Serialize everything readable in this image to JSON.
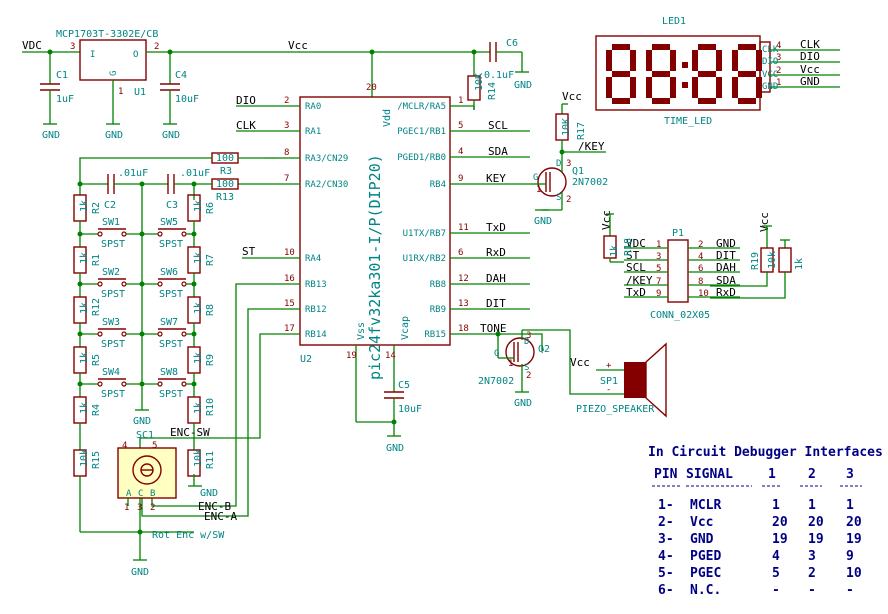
{
  "nets": {
    "vdc": "VDC",
    "vcc": "Vcc",
    "gnd": "GND",
    "dio": "DIO",
    "clk": "CLK",
    "scl": "SCL",
    "sda": "SDA",
    "key": "KEY",
    "nkey": "/KEY",
    "txd": "TxD",
    "rxd": "RxD",
    "dah": "DAH",
    "dit": "DIT",
    "tone": "TONE",
    "st": "ST",
    "enc_sw": "ENC-SW",
    "enc_b": "ENC-B",
    "enc_a": "ENC-A"
  },
  "regulator": {
    "ref": "U1",
    "value": "MCP1703T-3302E/CB",
    "pin_in": "I",
    "pin_g": "G",
    "pin_o": "O",
    "p3": "3",
    "p2": "2",
    "p1": "1"
  },
  "mcu": {
    "ref": "U2",
    "value": "pic24fv32ka301-I/P(DIP20)",
    "vdd": "Vdd",
    "vss": "Vss",
    "vcap": "Vcap",
    "p20": "20",
    "p19": "19",
    "p14": "14",
    "left_pins": [
      {
        "num": "2",
        "name": "RA0"
      },
      {
        "num": "3",
        "name": "RA1"
      },
      {
        "num": "8",
        "name": "RA3/CN29"
      },
      {
        "num": "7",
        "name": "RA2/CN30"
      },
      {
        "num": "10",
        "name": "RA4"
      },
      {
        "num": "16",
        "name": "RB13"
      },
      {
        "num": "15",
        "name": "RB12"
      },
      {
        "num": "17",
        "name": "RB14"
      }
    ],
    "right_pins": [
      {
        "num": "1",
        "name": "/MCLR/RA5"
      },
      {
        "num": "5",
        "name": "PGEC1/RB1"
      },
      {
        "num": "4",
        "name": "PGED1/RB0"
      },
      {
        "num": "9",
        "name": "RB4"
      },
      {
        "num": "11",
        "name": "U1TX/RB7"
      },
      {
        "num": "6",
        "name": "U1RX/RB2"
      },
      {
        "num": "12",
        "name": "RB8"
      },
      {
        "num": "13",
        "name": "RB9"
      },
      {
        "num": "18",
        "name": "RB15"
      }
    ]
  },
  "caps": {
    "c1": {
      "ref": "C1",
      "value": "1uF"
    },
    "c4": {
      "ref": "C4",
      "value": "10uF"
    },
    "c6": {
      "ref": "C6",
      "value": "0.1uF"
    },
    "c5": {
      "ref": "C5",
      "value": "10uF"
    },
    "c2": {
      "ref": "C2",
      "value": ".01uF"
    },
    "c3": {
      "ref": "C3",
      "value": ".01uF"
    }
  },
  "resistors": {
    "r14": {
      "ref": "R14",
      "value": "10K"
    },
    "r17": {
      "ref": "R17",
      "value": "10K"
    },
    "r3": {
      "ref": "R3",
      "value": "100"
    },
    "r13": {
      "ref": "R13",
      "value": "100"
    },
    "r2": {
      "ref": "R2",
      "value": "1k"
    },
    "r1": {
      "ref": "R1",
      "value": "1k"
    },
    "r12": {
      "ref": "R12",
      "value": "1k"
    },
    "r5": {
      "ref": "R5",
      "value": "1k"
    },
    "r4": {
      "ref": "R4",
      "value": "1k"
    },
    "r15": {
      "ref": "R15",
      "value": "10k"
    },
    "r6": {
      "ref": "R6",
      "value": "1k"
    },
    "r7": {
      "ref": "R7",
      "value": "1k"
    },
    "r8": {
      "ref": "R8",
      "value": "1k"
    },
    "r9": {
      "ref": "R9",
      "value": "1k"
    },
    "r10": {
      "ref": "R10",
      "value": "1k"
    },
    "r11": {
      "ref": "R11",
      "value": "10k"
    },
    "r18": {
      "ref": "R18",
      "value": "1k"
    },
    "r19": {
      "ref": "R19",
      "value": "10k"
    },
    "r16": {
      "ref": "R16",
      "value": "1k"
    }
  },
  "switches": {
    "sw1": {
      "ref": "SW1",
      "value": "SPST"
    },
    "sw2": {
      "ref": "SW2",
      "value": "SPST"
    },
    "sw3": {
      "ref": "SW3",
      "value": "SPST"
    },
    "sw4": {
      "ref": "SW4",
      "value": "SPST"
    },
    "sw5": {
      "ref": "SW5",
      "value": "SPST"
    },
    "sw6": {
      "ref": "SW6",
      "value": "SPST"
    },
    "sw7": {
      "ref": "SW7",
      "value": "SPST"
    },
    "sw8": {
      "ref": "SW8",
      "value": "SPST"
    }
  },
  "q1": {
    "ref": "Q1",
    "value": "2N7002",
    "g": "G",
    "d": "D",
    "s": "S",
    "p1": "1",
    "p2": "2",
    "p3": "3"
  },
  "q2": {
    "ref": "Q2",
    "value": "2N7002",
    "g": "G",
    "d": "D",
    "s": "S",
    "p1": "1",
    "p2": "2",
    "p3": "3"
  },
  "encoder": {
    "ref": "SC1",
    "value": "Rot Enc w/SW",
    "pa": "A",
    "pc": "C",
    "pb": "B",
    "p1": "1",
    "p2": "2",
    "p3": "3",
    "p4": "4",
    "p5": "5"
  },
  "led": {
    "ref": "LED1",
    "value": "TIME_LED",
    "digits": "88:88",
    "pins": [
      {
        "num": "4",
        "name": "CLK"
      },
      {
        "num": "3",
        "name": "DIO"
      },
      {
        "num": "2",
        "name": "Vcc"
      },
      {
        "num": "1",
        "name": "GND"
      }
    ],
    "pinlabels": [
      "CLK",
      "DIO",
      "VCC",
      "GND"
    ]
  },
  "header": {
    "ref": "P1",
    "value": "CONN_02X05",
    "left": [
      {
        "num": "1",
        "name": "VDC"
      },
      {
        "num": "3",
        "name": "ST"
      },
      {
        "num": "5",
        "name": "SCL"
      },
      {
        "num": "7",
        "name": "/KEY"
      },
      {
        "num": "9",
        "name": "TxD"
      }
    ],
    "right": [
      {
        "num": "2",
        "name": "GND"
      },
      {
        "num": "4",
        "name": "DIT"
      },
      {
        "num": "6",
        "name": "DAH"
      },
      {
        "num": "8",
        "name": "SDA"
      },
      {
        "num": "10",
        "name": "RxD"
      }
    ]
  },
  "speaker": {
    "ref": "SP1",
    "value": "PIEZO_SPEAKER",
    "plus": "+",
    "minus": "-"
  },
  "table": {
    "title": "In Circuit Debugger Interfaces",
    "headers": [
      "PIN",
      "SIGNAL",
      "1",
      "2",
      "3"
    ],
    "rows": [
      [
        "1-",
        "MCLR",
        "1",
        "1",
        "1"
      ],
      [
        "2-",
        "Vcc",
        "20",
        "20",
        "20"
      ],
      [
        "3-",
        "GND",
        "19",
        "19",
        "19"
      ],
      [
        "4-",
        "PGED",
        "4",
        "3",
        "9"
      ],
      [
        "5-",
        "PGEC",
        "5",
        "2",
        "10"
      ],
      [
        "6-",
        "N.C.",
        "-",
        "-",
        "-"
      ]
    ]
  }
}
